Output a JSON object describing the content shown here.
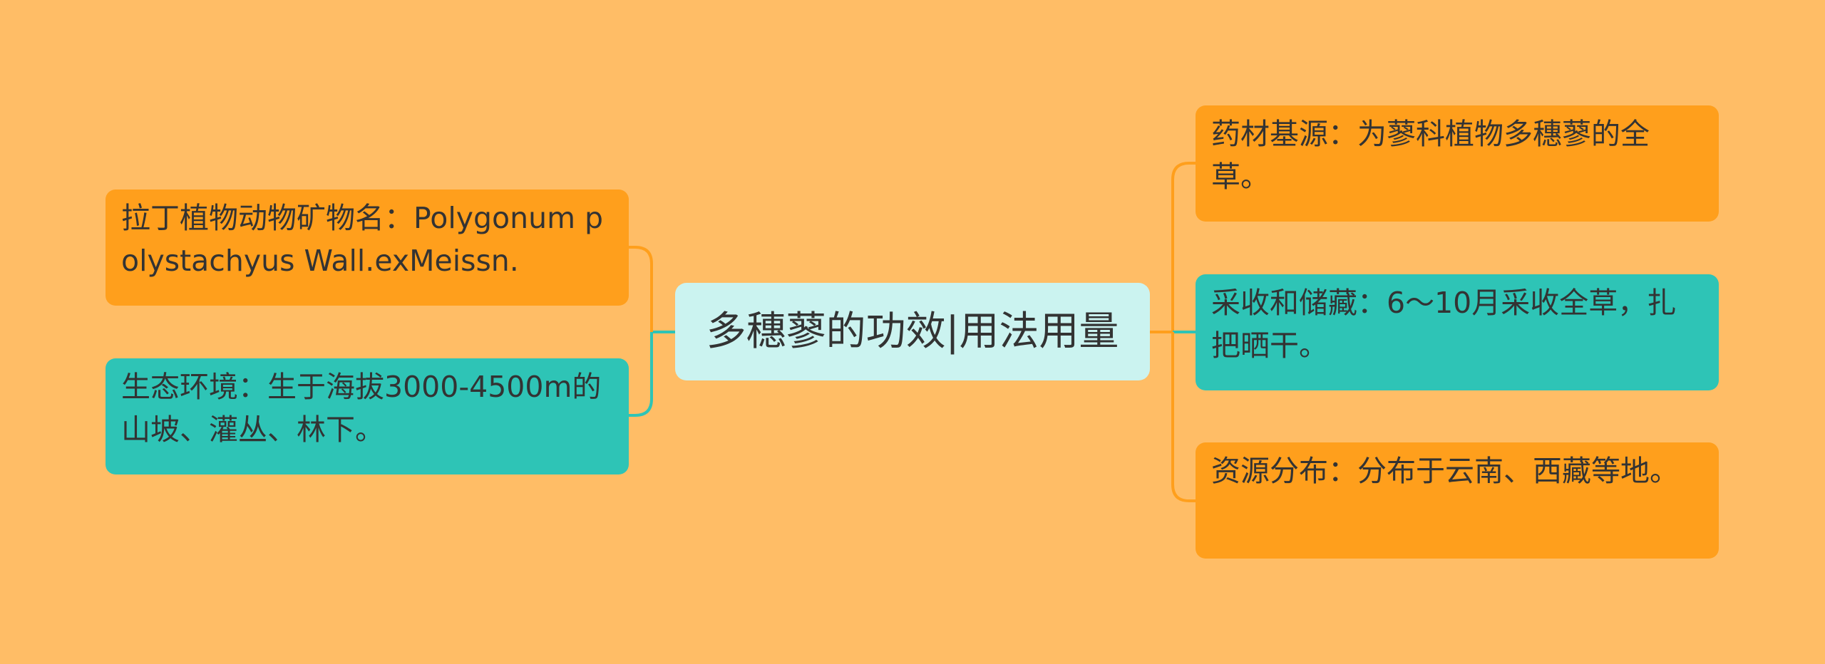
{
  "diagram": {
    "central_topic": "多穗蓼的功效|用法用量",
    "left_branches": [
      {
        "text": "拉丁植物动物矿物名：Polygonum polystachyus Wall.exMeissn.",
        "color": "#FF9F1C"
      },
      {
        "text": "生态环境：生于海拔3000-4500m的山坡、灌丛、林下。",
        "color": "#2EC4B6"
      }
    ],
    "right_branches": [
      {
        "text": "药材基源：为蓼科植物多穗蓼的全草。",
        "color": "#FF9F1C"
      },
      {
        "text": "采收和储藏：6～10月采收全草，扎把晒干。",
        "color": "#2EC4B6"
      },
      {
        "text": "资源分布：分布于云南、西藏等地。",
        "color": "#FF9F1C"
      }
    ],
    "colors": {
      "background": "#FFBD66",
      "central": "#CBF3F0",
      "text": "#333333"
    }
  }
}
